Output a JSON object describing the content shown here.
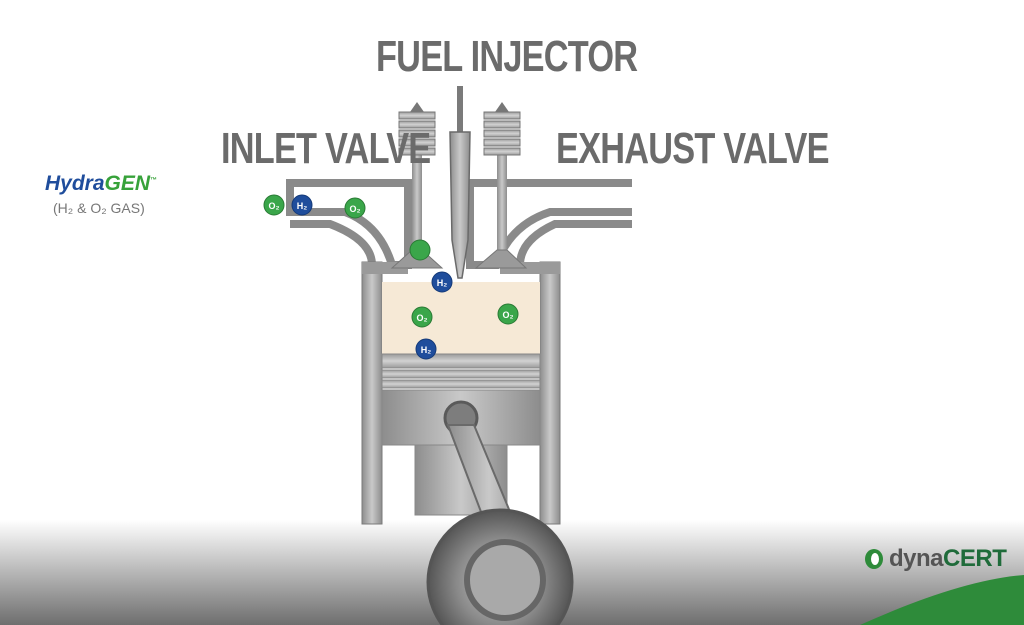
{
  "labels": {
    "fuel_injector": "FUEL INJECTOR",
    "inlet_valve": "INLET VALVE",
    "exhaust_valve": "EXHAUST VALVE"
  },
  "hydragen": {
    "brand_a": "Hydra",
    "brand_b": "GEN",
    "trademark": "™",
    "gas": "(H₂ & O₂ GAS)"
  },
  "logo": {
    "text_a": "dyna",
    "text_b": "CERT"
  },
  "molecules": {
    "o2": "O₂",
    "h2": "H₂"
  },
  "colors": {
    "label_gray": "#6b6b6b",
    "o2_green": "#3aa64a",
    "h2_blue": "#1f4d9c",
    "chamber_fill": "#f6e9d6",
    "metal": "#8a8a8a",
    "brand_green": "#2e8b3a"
  }
}
